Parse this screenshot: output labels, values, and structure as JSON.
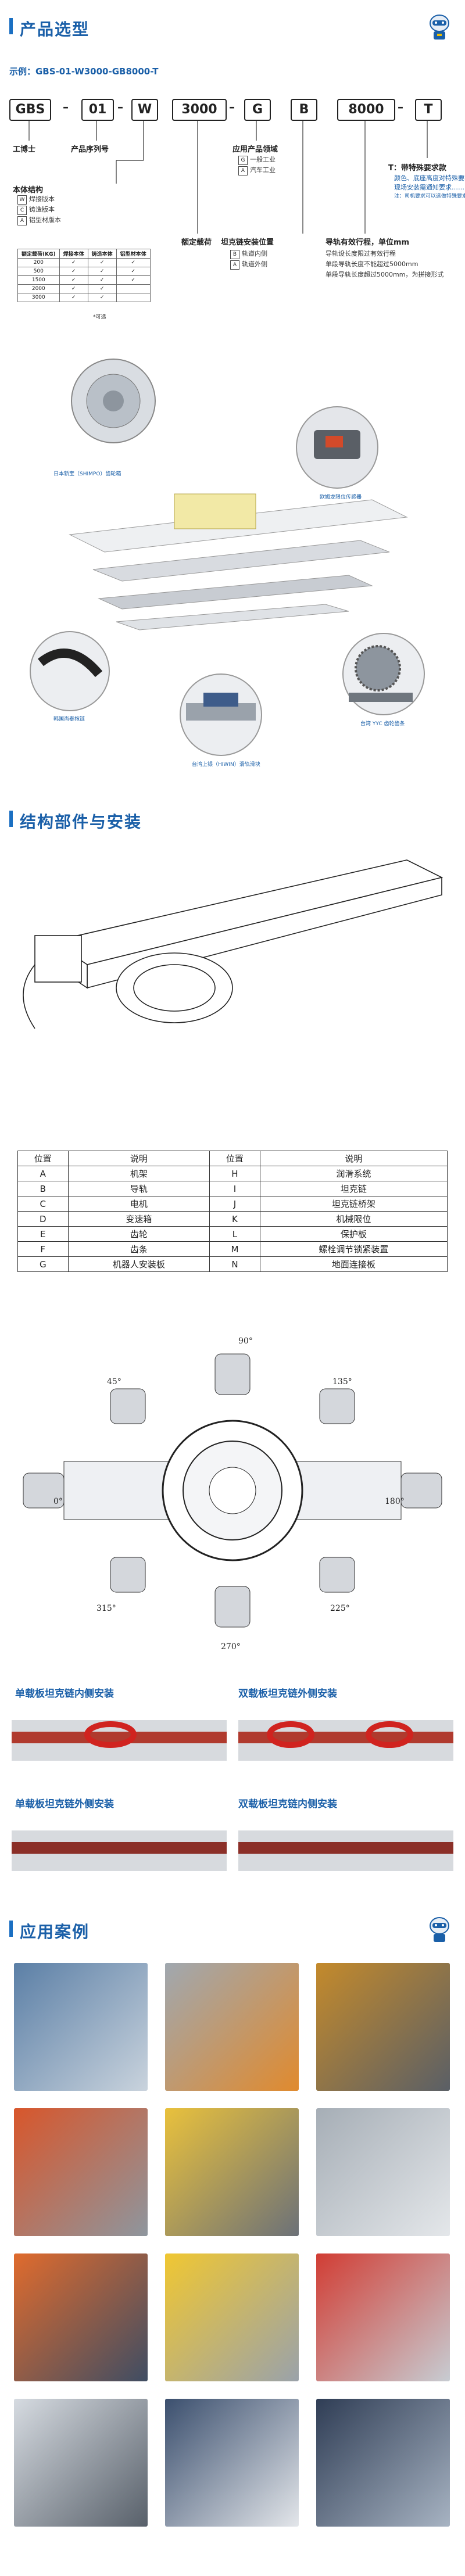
{
  "selection": {
    "title": "产品选型",
    "example": "示例：GBS-01-W3000-GB8000-T",
    "codes": [
      "GBS",
      "01",
      "W",
      "3000",
      "G",
      "B",
      "8000",
      "T"
    ],
    "labels": {
      "brand": "工博士",
      "series": "产品序列号",
      "domain": "应用产品领域",
      "rated_load": "额定载荷",
      "chain_position": "坦克链安装位置",
      "travel": "导轨有效行程，单位mm",
      "special": "T：带特殊要求款"
    },
    "domain_options": [
      {
        "tag": "G",
        "text": "一般工业"
      },
      {
        "tag": "A",
        "text": "汽车工业"
      }
    ],
    "body_structure": {
      "title": "本体结构",
      "options": [
        {
          "tag": "W",
          "text": "焊接版本"
        },
        {
          "tag": "C",
          "text": "铸造版本"
        },
        {
          "tag": "A",
          "text": "铝型材版本"
        }
      ]
    },
    "chain_options": [
      {
        "tag": "B",
        "text": "轨道内侧"
      },
      {
        "tag": "A",
        "text": "轨道外侧"
      }
    ],
    "special_notes": [
      "颜色、底座高度对特殊要求",
      "现场安装需通知要求……",
      "注：司机要求可以选做特殊要求"
    ],
    "travel_notes": [
      "导轨设长度限过有效行程",
      "单段导轨长度不能超过5000mm",
      "单段导轨长度超过5000mm，为拼接形式"
    ],
    "spec_table": {
      "headers": [
        "额定载荷(KG)",
        "焊接本体",
        "铸造本体",
        "铝型材本体"
      ],
      "rows": [
        [
          "200",
          "✓",
          "✓",
          "✓"
        ],
        [
          "500",
          "✓",
          "✓",
          "✓"
        ],
        [
          "1500",
          "✓",
          "✓",
          "✓"
        ],
        [
          "2000",
          "✓",
          "✓",
          ""
        ],
        [
          "3000",
          "✓",
          "✓",
          ""
        ]
      ],
      "note": "*可选"
    }
  },
  "exploded": {
    "callouts": [
      "日本新宝（SHIMPO）齿轮箱",
      "欧姆龙限位传感器",
      "韩国尚泰拖链",
      "台湾上银（HIWIN）滑轨滑块",
      "台湾 YYC 齿轮齿条"
    ]
  },
  "structure": {
    "title": "结构部件与安装",
    "headers": [
      "位置",
      "说明",
      "位置",
      "说明"
    ],
    "rows": [
      [
        "A",
        "机架",
        "H",
        "润滑系统"
      ],
      [
        "B",
        "导轨",
        "I",
        "坦克链"
      ],
      [
        "C",
        "电机",
        "J",
        "坦克链桥架"
      ],
      [
        "D",
        "变速箱",
        "K",
        "机械限位"
      ],
      [
        "E",
        "齿轮",
        "L",
        "保护板"
      ],
      [
        "F",
        "齿条",
        "M",
        "螺栓调节锁紧装置"
      ],
      [
        "G",
        "机器人安装板",
        "N",
        "地面连接板"
      ]
    ],
    "angles": [
      "45°",
      "90°",
      "135°",
      "0°",
      "180°",
      "315°",
      "270°",
      "225°"
    ],
    "install_captions": [
      "单载板坦克链内侧安装",
      "双载板坦克链外侧安装",
      "单载板坦克链外侧安装",
      "双载板坦克链内侧安装"
    ]
  },
  "cases": {
    "title": "应用案例"
  },
  "colors": {
    "accent": "#1a5fa8",
    "bar": "#1a6fc2"
  }
}
